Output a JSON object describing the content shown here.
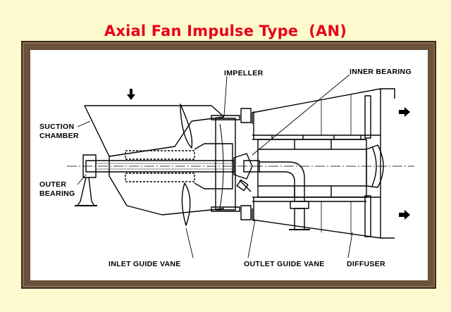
{
  "title": "Axial Fan Impulse Type  (AN)",
  "labels": {
    "impeller": "IMPELLER",
    "inner_bearing": "INNER BEARING",
    "suction_chamber_1": "SUCTION",
    "suction_chamber_2": "CHAMBER",
    "outer_bearing_1": "OUTER",
    "outer_bearing_2": "BEARING",
    "inlet_guide_vane": "INLET GUIDE VANE",
    "outlet_guide_vane": "OUTLET GUIDE VANE",
    "diffuser": "DIFFUSER"
  },
  "colors": {
    "title": "#e8001c",
    "background": "#fdfad0",
    "frame": "#6a513c",
    "panel": "#ffffff",
    "ink": "#000000"
  }
}
